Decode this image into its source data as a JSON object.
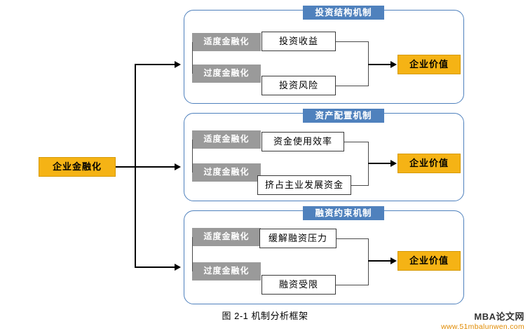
{
  "figure": {
    "caption": "图 2-1 机制分析框架",
    "source_box": "企业金融化"
  },
  "watermark": {
    "main": "MBA论文网",
    "sub": "www.51mbalunwen.com"
  },
  "colors": {
    "group_border": "#4f81bd",
    "group_title_bg": "#4f81bd",
    "grey_label_bg": "#9a9a9a",
    "orange_bg": "#f5b315",
    "line": "#000000"
  },
  "groups": [
    {
      "title": "投资结构机制",
      "moderate_label": "适度金融化",
      "excessive_label": "过度金融化",
      "upper_effect": "投资收益",
      "lower_effect": "投资风险",
      "outcome": "企业价值"
    },
    {
      "title": "资产配置机制",
      "moderate_label": "适度金融化",
      "excessive_label": "过度金融化",
      "upper_effect": "资金使用效率",
      "lower_effect": "挤占主业发展资金",
      "outcome": "企业价值"
    },
    {
      "title": "融资约束机制",
      "moderate_label": "适度金融化",
      "excessive_label": "过度金融化",
      "upper_effect": "缓解融资压力",
      "lower_effect": "融资受限",
      "outcome": "企业价值"
    }
  ]
}
